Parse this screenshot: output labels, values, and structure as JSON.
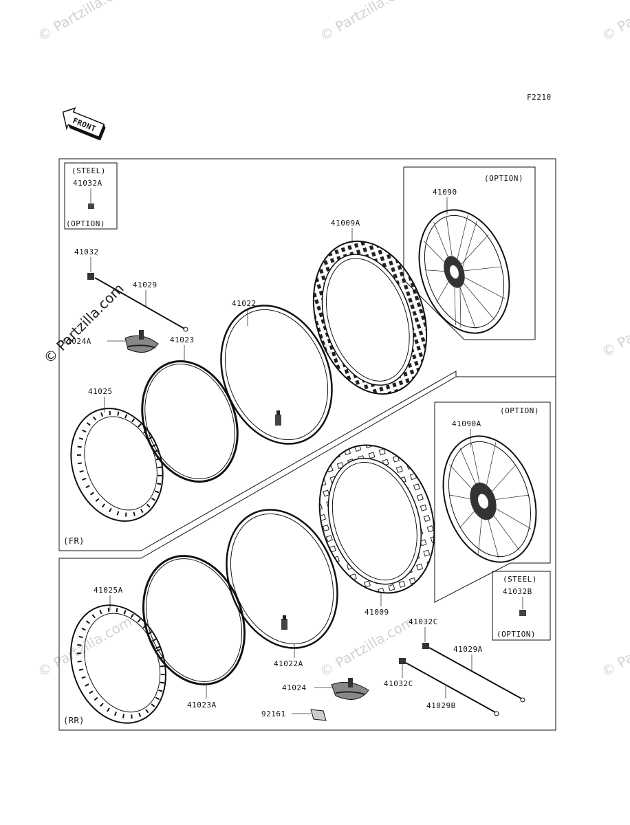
{
  "figure_code": "F2210",
  "front_arrow_label": "FRONT",
  "watermark": "© Partzilla.com",
  "sections": {
    "front": "(FR)",
    "rear": "(RR)"
  },
  "inset_boxes": {
    "steel_front": {
      "top": "(STEEL)",
      "part": "41032A",
      "bottom": "(OPTION)"
    },
    "steel_rear": {
      "top": "(STEEL)",
      "part": "41032B",
      "bottom": "(OPTION)"
    },
    "option_front_wheel": "(OPTION)",
    "option_rear_wheel": "(OPTION)"
  },
  "parts": {
    "p41090": "41090",
    "p41009A": "41009A",
    "p41022": "41022",
    "p41032": "41032",
    "p41029": "41029",
    "p41024A": "41024A",
    "p41023": "41023",
    "p41025": "41025",
    "p41090A": "41090A",
    "p41009": "41009",
    "p41025A": "41025A",
    "p41022A": "41022A",
    "p41032C_top": "41032C",
    "p41029A": "41029A",
    "p41032C": "41032C",
    "p41029B": "41029B",
    "p41023A": "41023A",
    "p41024": "41024",
    "p92161": "92161"
  }
}
